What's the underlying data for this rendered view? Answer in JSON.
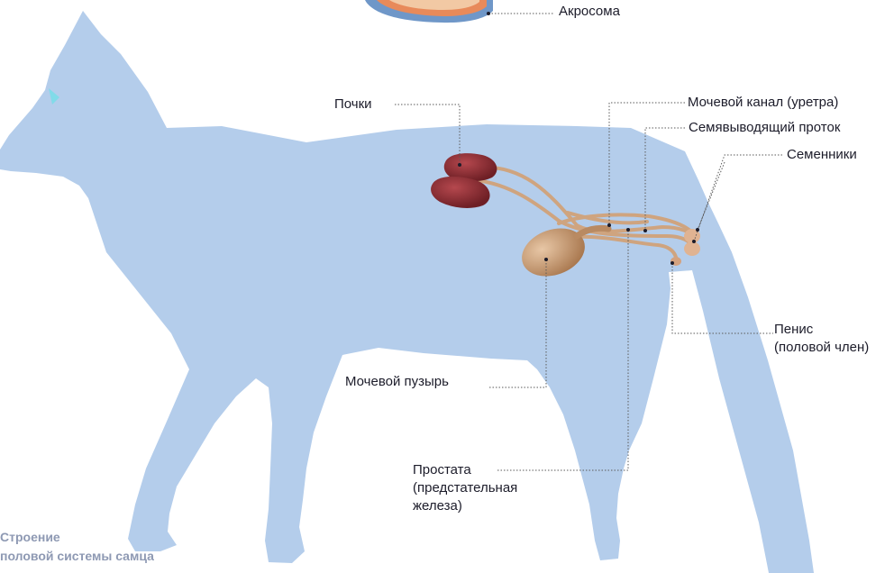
{
  "labels": {
    "acrosome": "Акросома",
    "kidneys": "Почки",
    "urethra": "Мочевой канал (уретра)",
    "vas_deferens": "Семявыводящий проток",
    "testes": "Семенники",
    "penis": [
      "Пенис",
      "(половой член)"
    ],
    "bladder": "Мочевой пузырь",
    "prostate": [
      "Простата",
      "(предстательная",
      "железа)"
    ]
  },
  "caption": [
    "Строение",
    "половой системы самца"
  ],
  "colors": {
    "body": "#b4cdeb",
    "eye": "#74dfe9",
    "kidney": "#8a2a30",
    "organ": "#c99a74",
    "bladder": "#b98a62",
    "leader": "#5a5a5a",
    "caption": "#8e99b3"
  }
}
